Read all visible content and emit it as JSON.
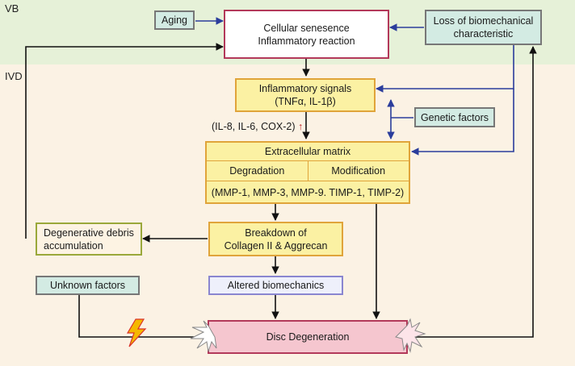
{
  "regions": {
    "vb": "VB",
    "ivd": "IVD"
  },
  "nodes": {
    "aging": "Aging",
    "cellular_line1": "Cellular senesence",
    "cellular_line2": "Inflammatory reaction",
    "loss_line1": "Loss of biomechanical",
    "loss_line2": "characteristic",
    "signals_line1": "Inflammatory signals",
    "signals_line2": "(TNFα, IL-1β)",
    "cytokines": "(IL-8, IL-6, COX-2)",
    "cytokines_arrow": "↑",
    "genetic": "Genetic factors",
    "ecm_title": "Extracellular matrix",
    "ecm_degradation": "Degradation",
    "ecm_modification": "Modification",
    "ecm_enzymes": "(MMP-1, MMP-3, MMP-9. TIMP-1, TIMP-2)",
    "debris_line1": "Degenerative debris",
    "debris_line2": "accumulation",
    "breakdown_line1": "Breakdown of",
    "breakdown_line2": "Collagen II & Aggrecan",
    "unknown": "Unknown factors",
    "altered": "Altered biomechanics",
    "disc": "Disc Degeneration"
  },
  "colors": {
    "vb_region": "#e6f1d8",
    "ivd_region": "#fbf2e4",
    "black_arrow": "#111111",
    "blue_arrow": "#2b3d9c",
    "yellow_box": "#fbf1a3",
    "yellow_border": "#e0a43a",
    "teal_box": "#d3ebe3",
    "disc_box": "#f5c6cf",
    "disc_border": "#b3395a",
    "cellular_border": "#b3395a",
    "lightning": "#f5b800"
  }
}
